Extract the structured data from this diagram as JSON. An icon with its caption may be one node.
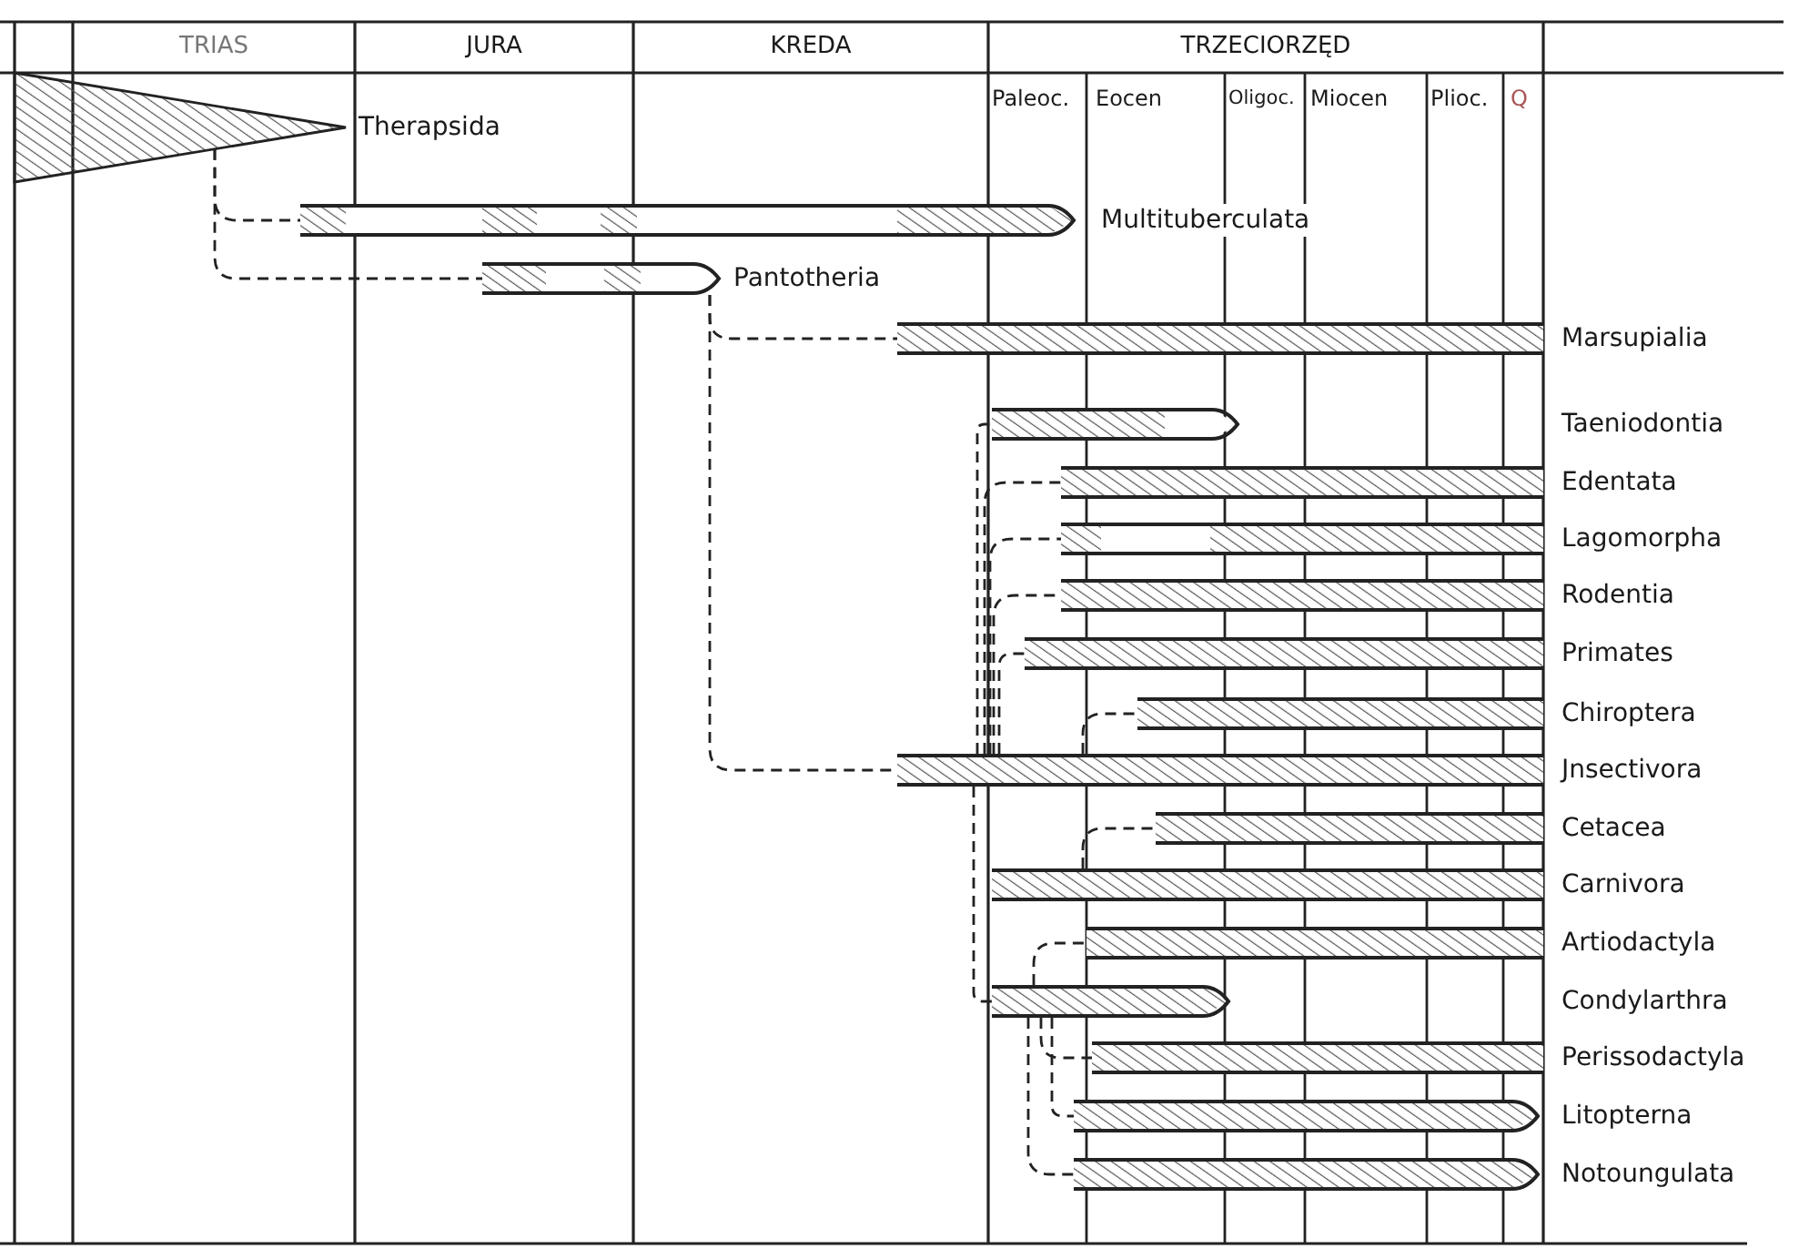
{
  "diagram": {
    "nodes": [
      {
        "text": [
          "Therapsida"
        ]
      },
      {
        "text": [
          "Multituberculata"
        ]
      },
      {
        "text": [
          "Pantotheria"
        ]
      },
      {
        "text": [
          "Marsupialia"
        ]
      },
      {
        "text": [
          "Taeniodontia"
        ]
      },
      {
        "text": [
          "Edentata"
        ]
      },
      {
        "text": [
          "Lagomorpha"
        ]
      },
      {
        "text": [
          "Rodentia"
        ]
      },
      {
        "text": [
          "Primates"
        ]
      },
      {
        "text": [
          "Chiroptera"
        ]
      },
      {
        "text": [
          "Jnsectivora"
        ]
      },
      {
        "text": [
          "Cetacea"
        ]
      },
      {
        "text": [
          "Carnivora"
        ]
      },
      {
        "text": [
          "Artiodactyla"
        ]
      },
      {
        "text": [
          "Condylarthra"
        ]
      },
      {
        "text": [
          "Perissodactyla"
        ]
      },
      {
        "text": [
          "Litopterna"
        ]
      },
      {
        "text": [
          "Notoungulata"
        ]
      }
    ],
    "edges": [
      {
        "from": 0,
        "to": 1,
        "arrow": "none",
        "style": "dashed"
      },
      {
        "from": 0,
        "to": 2,
        "arrow": "none",
        "style": "dashed"
      },
      {
        "from": 2,
        "to": 3,
        "arrow": "none",
        "style": "dashed"
      },
      {
        "from": 2,
        "to": 10,
        "arrow": "none",
        "style": "dashed"
      },
      {
        "from": 10,
        "to": 4,
        "arrow": "none",
        "style": "dashed"
      },
      {
        "from": 10,
        "to": 5,
        "arrow": "none",
        "style": "dashed"
      },
      {
        "from": 10,
        "to": 6,
        "arrow": "none",
        "style": "dashed"
      },
      {
        "from": 10,
        "to": 7,
        "arrow": "none",
        "style": "dashed"
      },
      {
        "from": 10,
        "to": 8,
        "arrow": "none",
        "style": "dashed"
      },
      {
        "from": 10,
        "to": 9,
        "arrow": "none",
        "style": "dashed"
      },
      {
        "from": 10,
        "to": 14,
        "arrow": "none",
        "style": "dashed"
      },
      {
        "from": 12,
        "to": 11,
        "arrow": "none",
        "style": "dashed"
      },
      {
        "from": 14,
        "to": 13,
        "arrow": "none",
        "style": "dashed"
      },
      {
        "from": 14,
        "to": 15,
        "arrow": "none",
        "style": "dashed"
      },
      {
        "from": 14,
        "to": 16,
        "arrow": "none",
        "style": "dashed"
      },
      {
        "from": 14,
        "to": 17,
        "arrow": "none",
        "style": "dashed"
      }
    ],
    "labels": [
      "TRIAS",
      "JURA",
      "KREDA",
      "TRZECIORZĘD",
      "Paleoc.",
      "Eocen",
      "Oligoc.",
      "Miocen",
      "Plioc.",
      "Q"
    ]
  }
}
